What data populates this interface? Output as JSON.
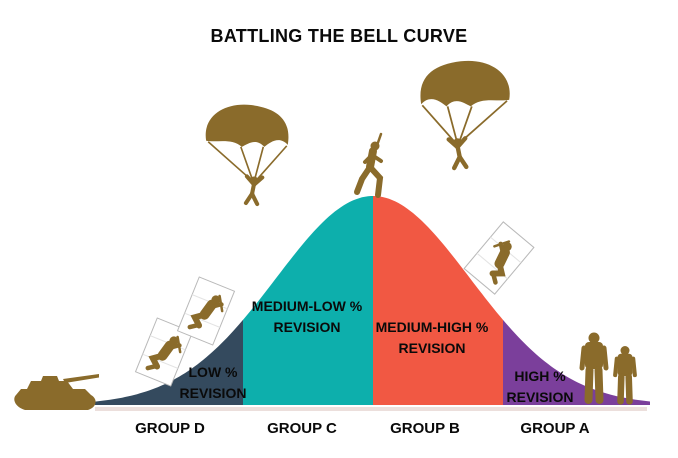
{
  "title": "BATTLING THE BELL CURVE",
  "colors": {
    "group_d": "#344A5E",
    "group_c": "#0DAFAC",
    "group_b": "#F15843",
    "group_a": "#7B3F9B",
    "silhouette": "#8A6B2B",
    "card_border": "#b9b9b9",
    "text": "#0A0A0A"
  },
  "icons": {
    "tank": "tank-icon",
    "paratrooper": "paratrooper-icon",
    "peak_soldier": "walking-soldier-icon",
    "climbing_soldier": "climbing-soldier-icon",
    "standing_soldier": "standing-soldier-icon"
  },
  "chart_data": {
    "type": "area",
    "title": "BATTLING THE BELL CURVE",
    "curve": "bell curve (normal distribution), peak at center",
    "grid": false,
    "legend": "none",
    "x_axis_groups": [
      "GROUP D",
      "GROUP C",
      "GROUP B",
      "GROUP A"
    ],
    "groups": [
      {
        "group": "GROUP D",
        "label": "LOW % REVISION",
        "color": "#344A5E",
        "position": "left tail"
      },
      {
        "group": "GROUP C",
        "label": "MEDIUM-LOW % REVISION",
        "color": "#0DAFAC",
        "position": "left of peak"
      },
      {
        "group": "GROUP B",
        "label": "MEDIUM-HIGH % REVISION",
        "color": "#F15843",
        "position": "right of peak"
      },
      {
        "group": "GROUP A",
        "label": "HIGH % REVISION",
        "color": "#7B3F9B",
        "position": "right tail"
      }
    ]
  }
}
